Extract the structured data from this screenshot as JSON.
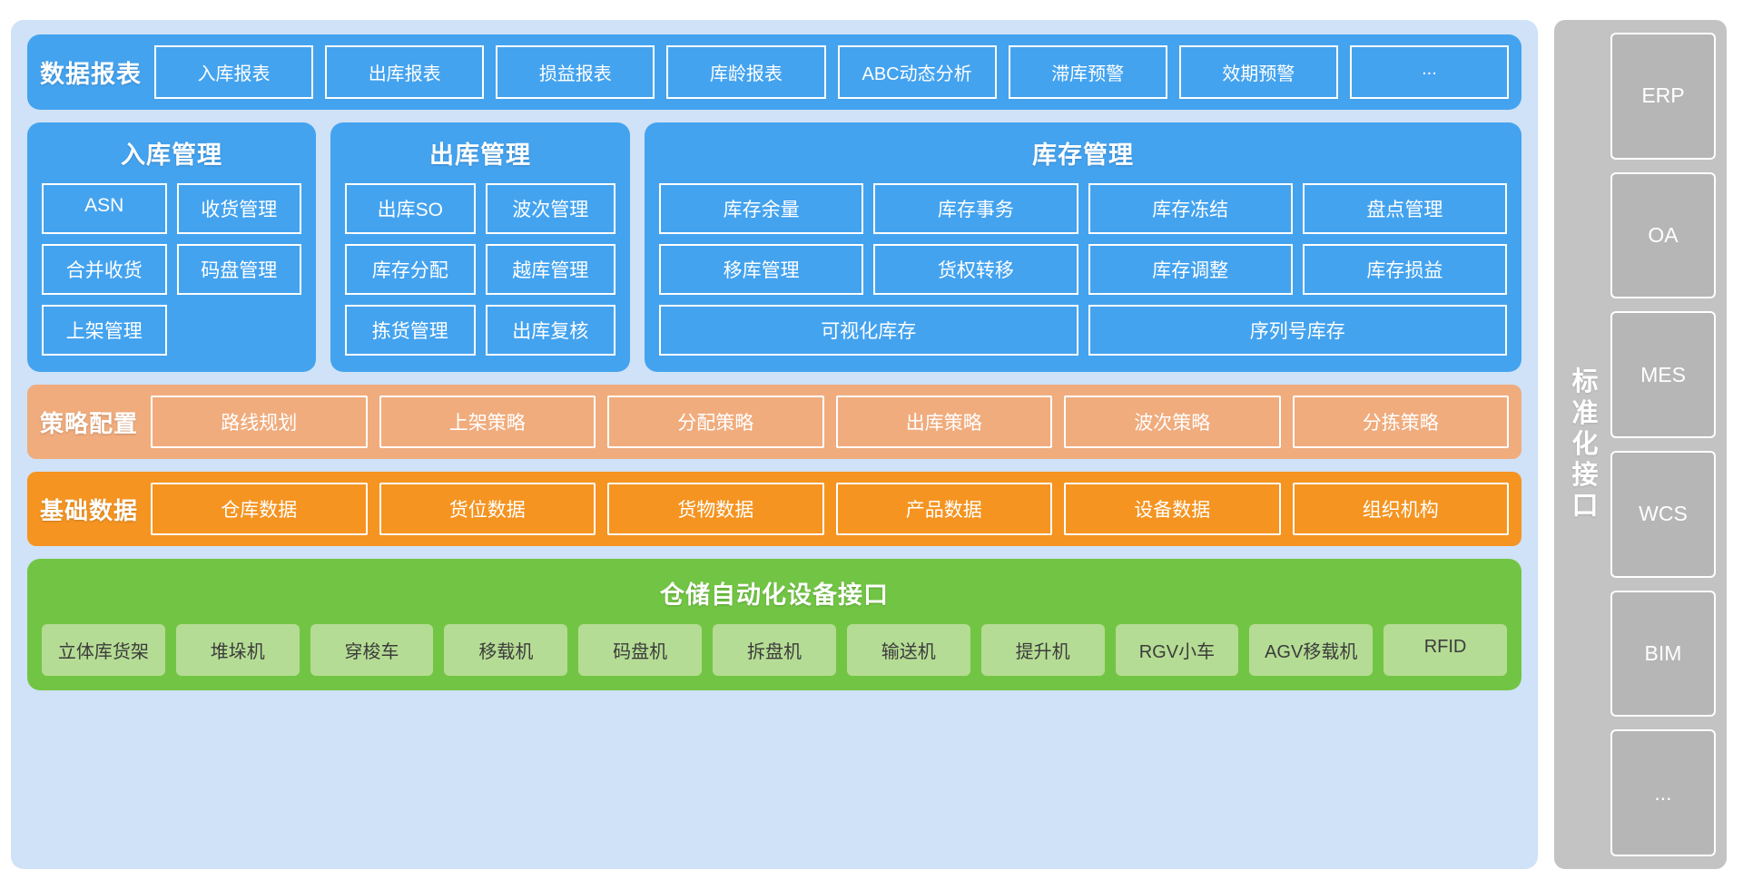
{
  "reports": {
    "title": "数据报表",
    "items": [
      "入库报表",
      "出库报表",
      "损益报表",
      "库龄报表",
      "ABC动态分析",
      "滞库预警",
      "效期预警",
      "..."
    ]
  },
  "modules": [
    {
      "title": "入库管理",
      "items": [
        "ASN",
        "收货管理",
        "合并收货",
        "码盘管理",
        "上架管理"
      ]
    },
    {
      "title": "出库管理",
      "items": [
        "出库SO",
        "波次管理",
        "库存分配",
        "越库管理",
        "拣货管理",
        "出库复核"
      ]
    },
    {
      "title": "库存管理",
      "items": [
        "库存余量",
        "库存事务",
        "库存冻结",
        "盘点管理",
        "移库管理",
        "货权转移",
        "库存调整",
        "库存损益",
        "可视化库存",
        "序列号库存"
      ]
    }
  ],
  "strategy": {
    "title": "策略配置",
    "items": [
      "路线规划",
      "上架策略",
      "分配策略",
      "出库策略",
      "波次策略",
      "分拣策略"
    ]
  },
  "basedata": {
    "title": "基础数据",
    "items": [
      "仓库数据",
      "货位数据",
      "货物数据",
      "产品数据",
      "设备数据",
      "组织机构"
    ]
  },
  "automation": {
    "title": "仓储自动化设备接口",
    "items": [
      "立体库货架",
      "堆垛机",
      "穿梭车",
      "移载机",
      "码盘机",
      "拆盘机",
      "输送机",
      "提升机",
      "RGV小车",
      "AGV移载机",
      "RFID"
    ]
  },
  "sidebar": {
    "label": "标准化接口",
    "items": [
      "ERP",
      "OA",
      "MES",
      "WCS",
      "BIM",
      "..."
    ]
  },
  "colors": {
    "canvas": "#cfe2f7",
    "blue": "#44a3ef",
    "light_orange": "#f0ac7d",
    "orange": "#f59421",
    "green": "#72c544",
    "green_chip": "#b5dc94",
    "gray": "#c3c3c3",
    "gray_chip": "#b6b6b6"
  }
}
